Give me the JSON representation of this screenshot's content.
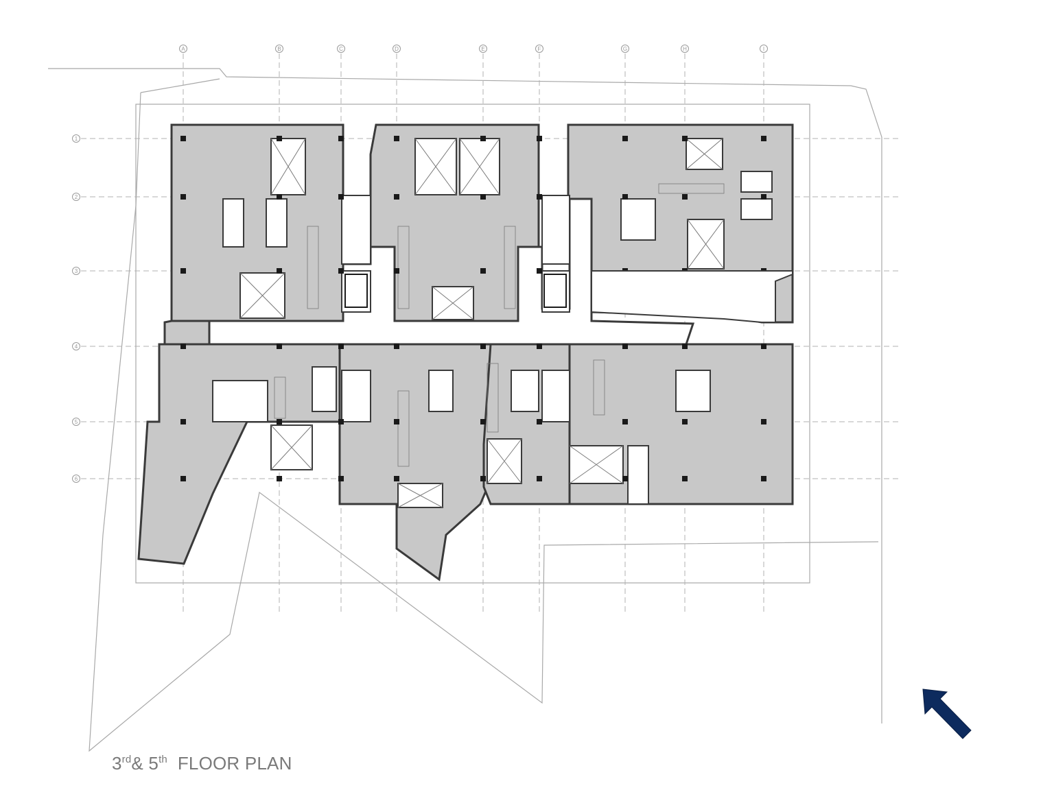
{
  "plan": {
    "title_parts": [
      {
        "text": "3",
        "sup": false
      },
      {
        "text": "rd",
        "sup": true
      },
      {
        "text": "& 5",
        "sup": false
      },
      {
        "text": "th",
        "sup": true
      },
      {
        "text": "  FLOOR PLAN",
        "sup": false
      }
    ]
  },
  "grid": {
    "columns": [
      "A",
      "B",
      "C",
      "D",
      "E",
      "F",
      "G",
      "H",
      "I"
    ],
    "rows": [
      "1",
      "2",
      "3",
      "4",
      "5",
      "6"
    ]
  },
  "colors": {
    "room_fill": "#c8c8c8",
    "wall": "#3a3a3a",
    "corridor": "#ffffff",
    "grid_line": "#b0b0b0",
    "site_outline": "#9a9a9a",
    "north_arrow": "#0d2b5e"
  },
  "icons": {
    "north_arrow": "north-arrow-icon",
    "stair": "stair-icon",
    "lift": "elevator-icon"
  }
}
